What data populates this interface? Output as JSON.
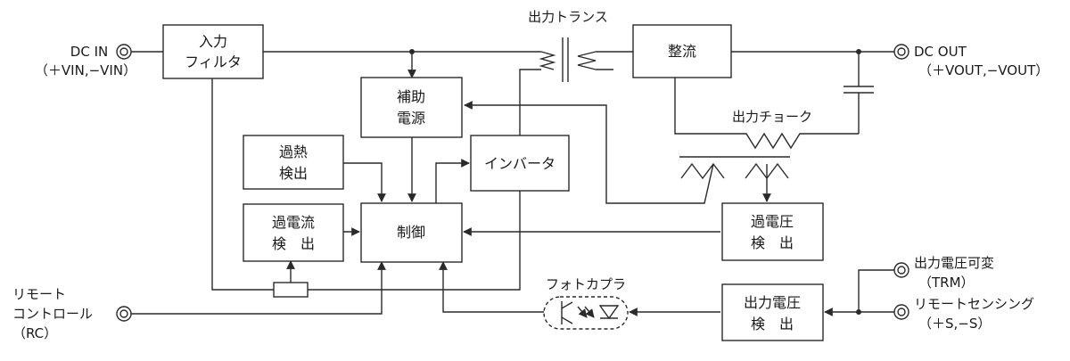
{
  "terminals": {
    "dc_in": {
      "name": "DC IN",
      "pins": "（＋VIN,−VIN）"
    },
    "dc_out": {
      "name": "DC OUT",
      "pins": "（＋VOUT,−VOUT）"
    },
    "rc": {
      "line1": "リモート",
      "line2": "コントロール",
      "line3": "（RC）"
    },
    "trm": {
      "line1": "出力電圧可変",
      "line2": "（TRM）"
    },
    "sense": {
      "line1": "リモートセンシング",
      "line2": "（＋S,−S）"
    }
  },
  "blocks": {
    "input_filter": [
      "入力",
      "フィルタ"
    ],
    "aux_power": [
      "補助",
      "電源"
    ],
    "overheat": [
      "過熱",
      "検出"
    ],
    "overcurrent": [
      "過電流",
      "検　出"
    ],
    "control": [
      "制御"
    ],
    "inverter": [
      "インバータ"
    ],
    "rectifier": [
      "整流"
    ],
    "overvoltage": [
      "過電圧",
      "検　出"
    ],
    "output_voltage_detect": [
      "出力電圧",
      "検　出"
    ]
  },
  "labels": {
    "transformer": "出力トランス",
    "choke": "出力チョーク",
    "photocoupler": "フォトカプラ"
  }
}
